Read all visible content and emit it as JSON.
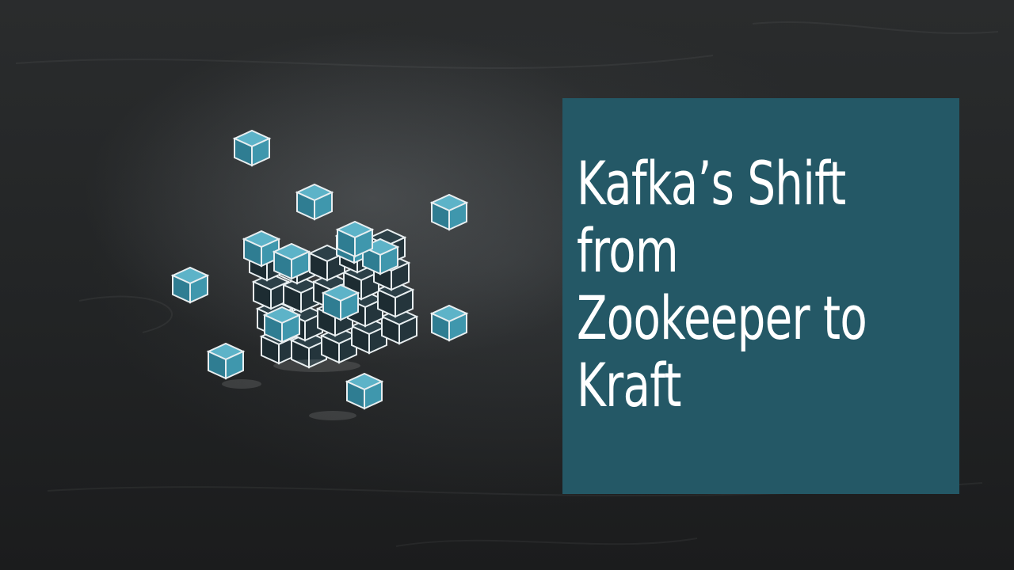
{
  "slide": {
    "title_lines": [
      "Kafka’s Shift",
      "from",
      "Zookeeper to",
      "Kraft"
    ],
    "illustration": "chalk-drawn-exploding-cube-icon"
  },
  "colors": {
    "background": "#222425",
    "title_box": "#245866",
    "title_text": "#ffffff",
    "cube_fill": "#3a8fa6",
    "cube_dark": "#1f3a44"
  }
}
